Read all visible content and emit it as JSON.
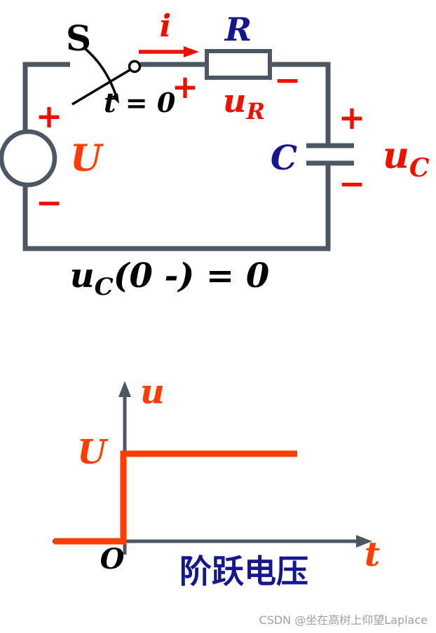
{
  "colors": {
    "wire": "#4d5663",
    "red": "#ee1100",
    "orange_red": "#ff3d00",
    "dark_blue": "#16168f",
    "black": "#000000",
    "watermark_gray": "#9aa0a6",
    "white": "#ffffff"
  },
  "circuit": {
    "switch": {
      "label": "S",
      "time": "t = 0"
    },
    "current": {
      "label": "i"
    },
    "resistor": {
      "label": "R",
      "plus": "+",
      "minus": "−",
      "v_main": "u",
      "v_sub": "R"
    },
    "source": {
      "label": "U",
      "plus": "+",
      "minus": "−"
    },
    "capacitor": {
      "label": "C",
      "plus": "+",
      "minus": "−",
      "v_main": "u",
      "v_sub": "C"
    },
    "initial_condition": {
      "main": "u",
      "sub": "C",
      "rest": "(0 -) = 0"
    }
  },
  "graph": {
    "y_label": "u",
    "level_label": "U",
    "origin": "O",
    "x_label": "t",
    "caption": "阶跃电压"
  },
  "watermark": "CSDN @坐在高树上仰望Laplace"
}
